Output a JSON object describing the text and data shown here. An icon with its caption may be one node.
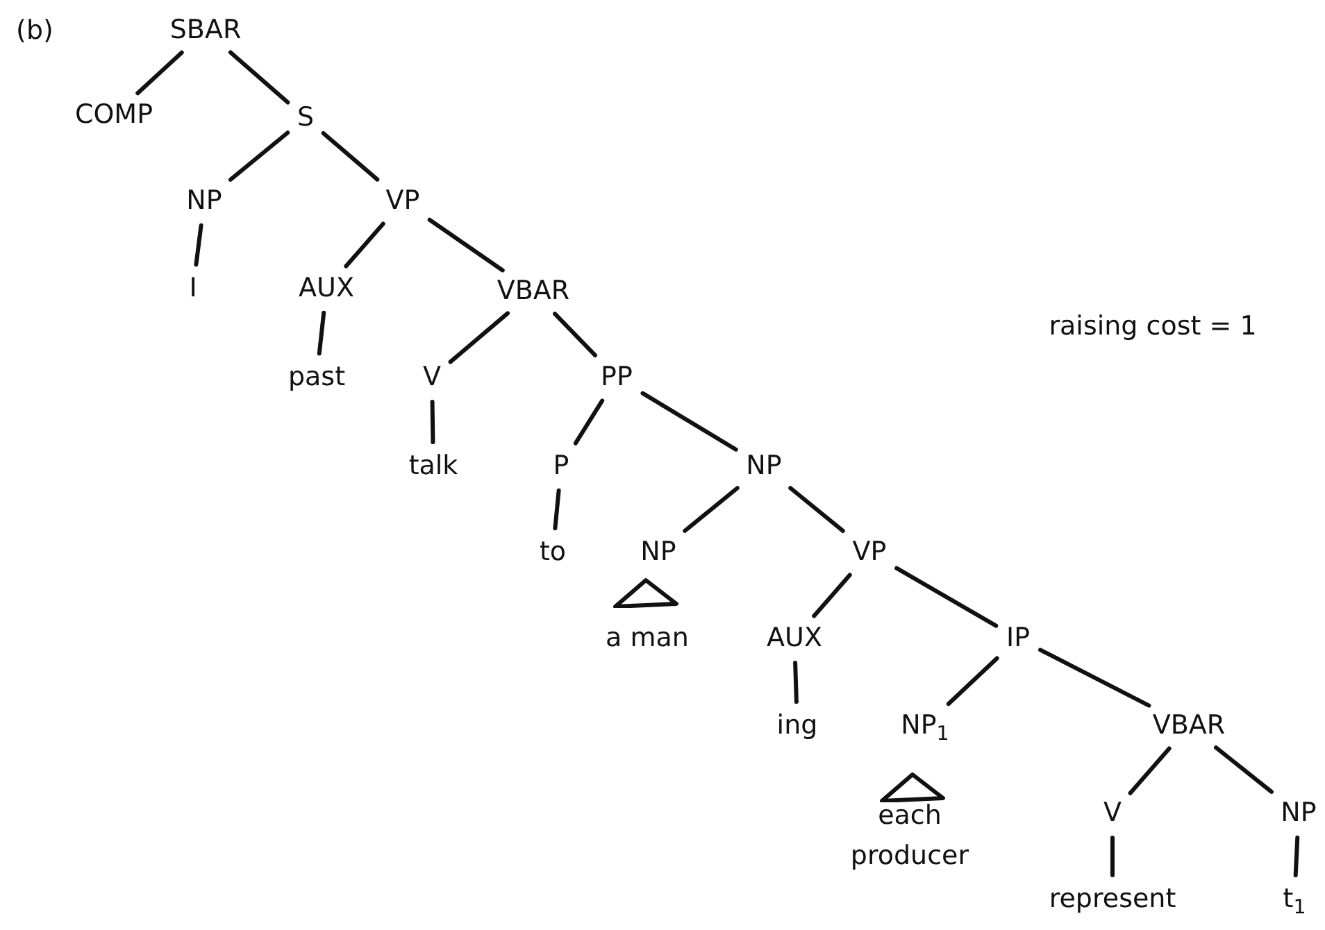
{
  "diagram": {
    "nodes": [
      {
        "text": [
          "SBAR"
        ]
      },
      {
        "text": [
          "COMP"
        ]
      },
      {
        "text": [
          "S"
        ]
      },
      {
        "text": [
          "NP"
        ]
      },
      {
        "text": [
          "I"
        ]
      },
      {
        "text": [
          "VP"
        ]
      },
      {
        "text": [
          "AUX"
        ]
      },
      {
        "text": [
          "past"
        ]
      },
      {
        "text": [
          "VBAR"
        ]
      },
      {
        "text": [
          "V"
        ]
      },
      {
        "text": [
          "talk"
        ]
      },
      {
        "text": [
          "PP"
        ]
      },
      {
        "text": [
          "P"
        ]
      },
      {
        "text": [
          "to"
        ]
      },
      {
        "text": [
          "NP"
        ]
      },
      {
        "text": [
          "NP"
        ]
      },
      {
        "text": [],
        "shape": "triangle"
      },
      {
        "text": [
          "a man"
        ]
      },
      {
        "text": [
          "VP"
        ]
      },
      {
        "text": [
          "AUX"
        ]
      },
      {
        "text": [
          "ing"
        ]
      },
      {
        "text": [
          "IP"
        ]
      },
      {
        "text": [
          "NP$_{1}$"
        ]
      },
      {
        "text": [],
        "shape": "triangle"
      },
      {
        "text": [
          "each producer"
        ]
      },
      {
        "text": [
          "VBAR"
        ]
      },
      {
        "text": [
          "V"
        ]
      },
      {
        "text": [
          "represent"
        ]
      },
      {
        "text": [
          "NP"
        ]
      },
      {
        "text": [
          "t$_{1}$"
        ]
      }
    ],
    "edges": [
      {
        "from": 0,
        "to": 1,
        "arrow": "none"
      },
      {
        "from": 0,
        "to": 2,
        "arrow": "none"
      },
      {
        "from": 2,
        "to": 3,
        "arrow": "none"
      },
      {
        "from": 2,
        "to": 5,
        "arrow": "none"
      },
      {
        "from": 3,
        "to": 4,
        "arrow": "none"
      },
      {
        "from": 5,
        "to": 6,
        "arrow": "none"
      },
      {
        "from": 5,
        "to": 8,
        "arrow": "none"
      },
      {
        "from": 6,
        "to": 7,
        "arrow": "none"
      },
      {
        "from": 8,
        "to": 9,
        "arrow": "none"
      },
      {
        "from": 8,
        "to": 11,
        "arrow": "none"
      },
      {
        "from": 9,
        "to": 10,
        "arrow": "none"
      },
      {
        "from": 11,
        "to": 12,
        "arrow": "none"
      },
      {
        "from": 11,
        "to": 14,
        "arrow": "none"
      },
      {
        "from": 12,
        "to": 13,
        "arrow": "none"
      },
      {
        "from": 14,
        "to": 15,
        "arrow": "none"
      },
      {
        "from": 14,
        "to": 18,
        "arrow": "none"
      },
      {
        "from": 18,
        "to": 19,
        "arrow": "none"
      },
      {
        "from": 18,
        "to": 21,
        "arrow": "none"
      },
      {
        "from": 19,
        "to": 20,
        "arrow": "none"
      },
      {
        "from": 21,
        "to": 22,
        "arrow": "none"
      },
      {
        "from": 21,
        "to": 25,
        "arrow": "none"
      },
      {
        "from": 25,
        "to": 26,
        "arrow": "none"
      },
      {
        "from": 25,
        "to": 28,
        "arrow": "none"
      },
      {
        "from": 26,
        "to": 27,
        "arrow": "none"
      },
      {
        "from": 28,
        "to": 29,
        "arrow": "none"
      }
    ],
    "labels": [
      "(b)",
      "raising cost = 1"
    ]
  }
}
